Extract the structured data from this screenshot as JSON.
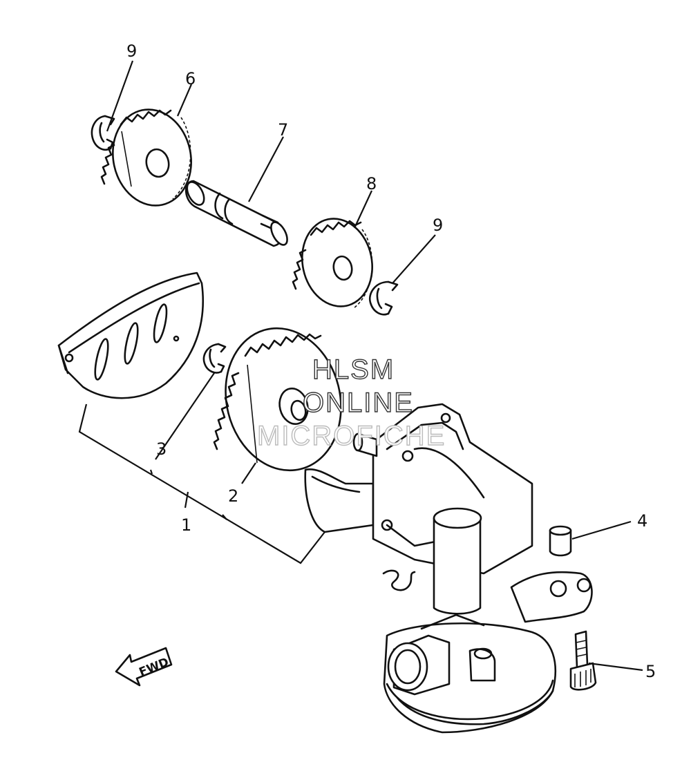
{
  "callouts": [
    {
      "id": "c9a",
      "text": "9"
    },
    {
      "id": "c6",
      "text": "6"
    },
    {
      "id": "c7",
      "text": "7"
    },
    {
      "id": "c8",
      "text": "8"
    },
    {
      "id": "c9b",
      "text": "9"
    },
    {
      "id": "c3",
      "text": "3"
    },
    {
      "id": "c2",
      "text": "2"
    },
    {
      "id": "c1",
      "text": "1"
    },
    {
      "id": "c4",
      "text": "4"
    },
    {
      "id": "c5",
      "text": "5"
    }
  ],
  "watermark": {
    "line1": "HLSM",
    "line2": "ONLINE",
    "line3": "MICROFICHE"
  },
  "fwd_label": "FWD"
}
